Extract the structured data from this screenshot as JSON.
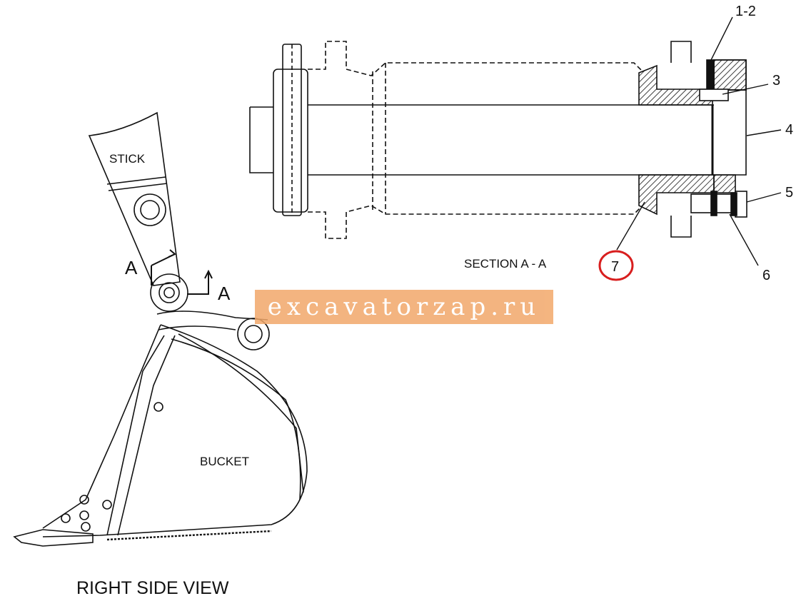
{
  "labels": {
    "stick": "STICK",
    "bucket": "BUCKET",
    "section_a_left": "A",
    "section_a_right": "A",
    "section_title": "SECTION A - A",
    "view_title": "RIGHT SIDE VIEW"
  },
  "callouts": {
    "c12": "1-2",
    "c3": "3",
    "c4": "4",
    "c5": "5",
    "c6": "6",
    "c7": "7"
  },
  "watermark": "excavatorzap.ru",
  "colors": {
    "line": "#111111",
    "highlight_circle": "#d81e1e",
    "watermark_bg": "#f2a86a"
  }
}
